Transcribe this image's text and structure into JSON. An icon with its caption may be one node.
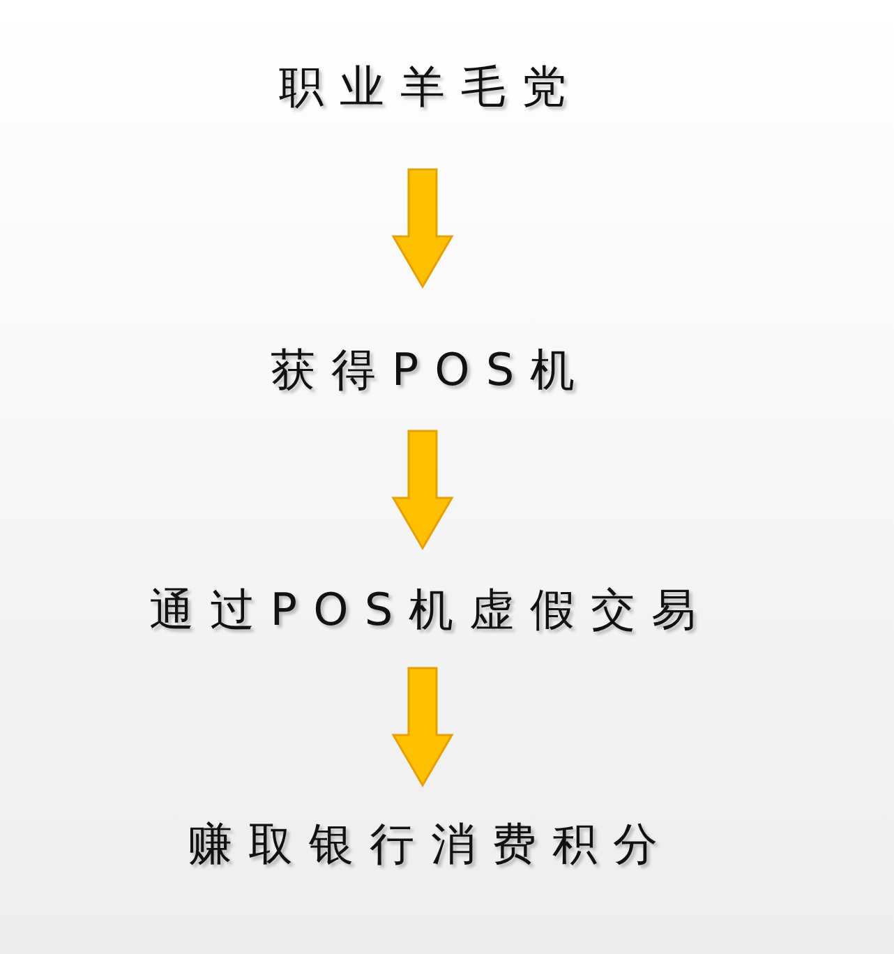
{
  "diagram": {
    "nodes": [
      {
        "text": [
          "职业羊毛党"
        ]
      },
      {
        "text": [
          "获得POS机"
        ]
      },
      {
        "text": [
          "通过POS机虚假交易"
        ]
      },
      {
        "text": [
          "赚取银行消费积分"
        ]
      }
    ],
    "edges": [
      {
        "from": 0,
        "to": 1,
        "arrow": "to"
      },
      {
        "from": 1,
        "to": 2,
        "arrow": "to"
      },
      {
        "from": 2,
        "to": 3,
        "arrow": "to"
      }
    ]
  }
}
